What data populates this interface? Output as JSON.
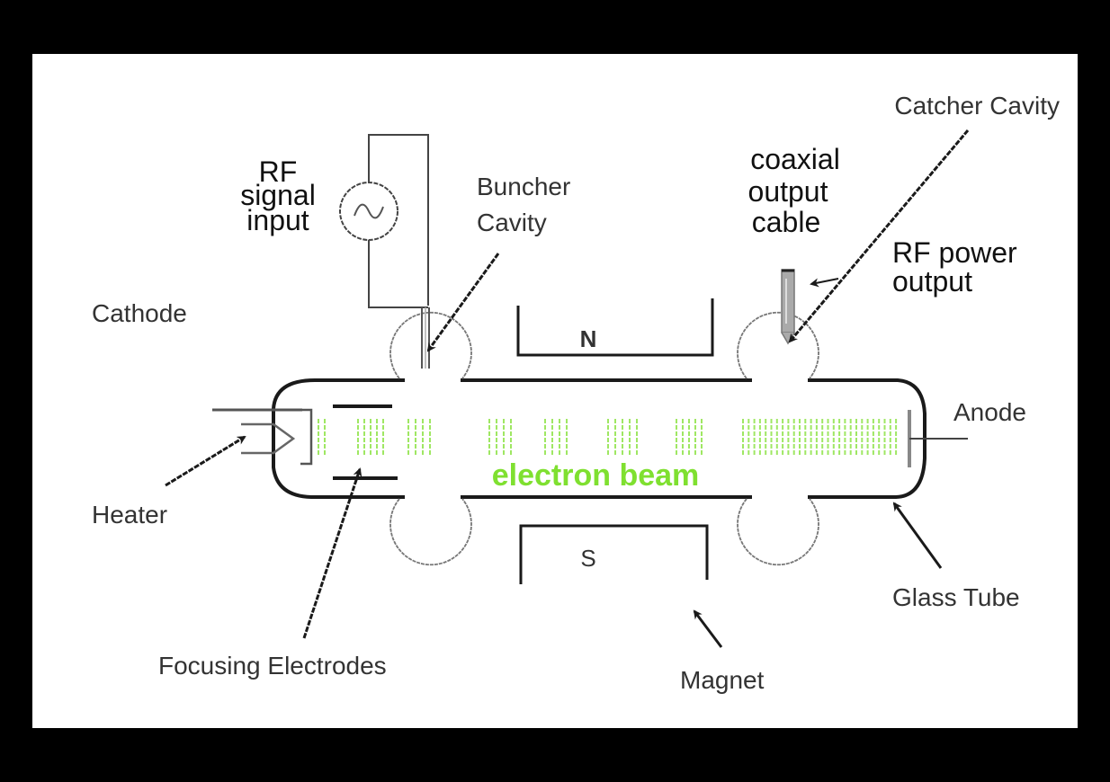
{
  "diagram": {
    "title": "Klystron",
    "colors": {
      "frame": "#000000",
      "background": "#ffffff",
      "line": "#1a1a1a",
      "text": "#333333",
      "beam": "#7fe030",
      "cavity": "#777777"
    },
    "labels": {
      "rf_signal_input": [
        "RF",
        "signal",
        "input"
      ],
      "buncher_cavity": [
        "Buncher",
        "Cavity"
      ],
      "catcher_cavity": "Catcher Cavity",
      "coaxial_output_cable": [
        "coaxial",
        "output",
        "cable"
      ],
      "rf_power_output": [
        "RF power",
        "output"
      ],
      "cathode": "Cathode",
      "heater": "Heater",
      "focusing_electrodes": "Focusing Electrodes",
      "anode": "Anode",
      "glass_tube": "Glass Tube",
      "magnet": "Magnet",
      "magnet_north": "N",
      "magnet_south": "S",
      "electron_beam": "electron beam"
    },
    "icons": {
      "rf_source": "ac-source-sine-icon"
    }
  }
}
